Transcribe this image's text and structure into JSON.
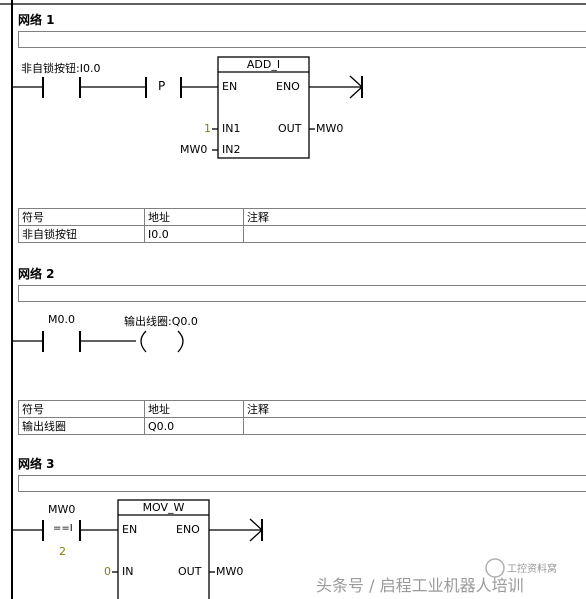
{
  "network1": {
    "title": "网络 1",
    "contact_label": "非自锁按钮:I0.0",
    "p_label": "P",
    "block": {
      "name": "ADD_I",
      "en": "EN",
      "eno": "ENO",
      "in1": "IN1",
      "in2": "IN2",
      "out": "OUT",
      "in1_value": "1",
      "in2_value": "MW0",
      "out_value": "MW0"
    },
    "table": {
      "headers": [
        "符号",
        "地址",
        "注释"
      ],
      "rows": [
        [
          "非自锁按钮",
          "I0.0",
          ""
        ]
      ]
    }
  },
  "network2": {
    "title": "网络 2",
    "contact_label": "M0.0",
    "coil_label": "输出线圈:Q0.0",
    "table": {
      "headers": [
        "符号",
        "地址",
        "注释"
      ],
      "rows": [
        [
          "输出线圈",
          "Q0.0",
          ""
        ]
      ]
    }
  },
  "network3": {
    "title": "网络 3",
    "contact_label": "MW0",
    "compare_label": "==I",
    "compare_value": "2",
    "block": {
      "name": "MOV_W",
      "en": "EN",
      "eno": "ENO",
      "in": "IN",
      "out": "OUT",
      "in_value": "0",
      "out_value": "MW0"
    }
  },
  "watermark": {
    "main": "头条号 / 启程工业机器人培训",
    "logo": "工控资料窝"
  },
  "colors": {
    "wire": "#000000",
    "grid": "#808080",
    "const": "#808000"
  }
}
